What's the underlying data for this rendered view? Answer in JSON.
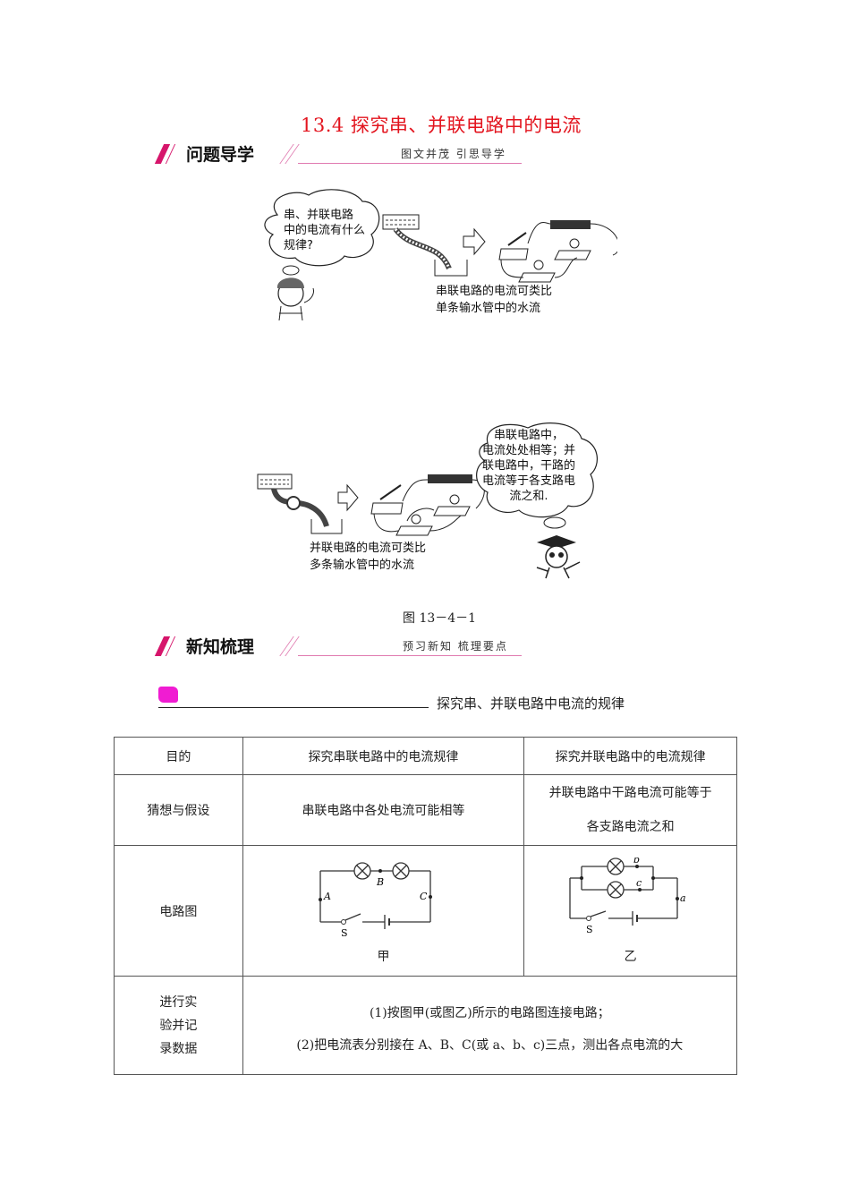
{
  "page_title": "13.4 探究串、并联电路中的电流",
  "sections": {
    "guide": {
      "title": "问题导学",
      "subtitle": "图文并茂  引思导学"
    },
    "knowledge": {
      "title": "新知梳理",
      "subtitle": "预习新知  梳理要点"
    }
  },
  "figure": {
    "top_panel": {
      "girl_bubble": [
        "串、并联电路",
        "中的电流有什么",
        "规律?"
      ],
      "caption": [
        "串联电路的电流可类比",
        "单条输水管中的水流"
      ]
    },
    "bottom_panel": {
      "doctor_bubble": [
        "串联电路中，",
        "电流处处相等；并",
        "联电路中，干路的",
        "电流等于各支路电",
        "流之和."
      ],
      "caption": [
        "并联电路的电流可类比",
        "多条输水管中的水流"
      ]
    },
    "label": "图 13－4－1"
  },
  "knowledge_point": {
    "marker_color": "#f01cd2",
    "text": "探究串、并联电路中电流的规律"
  },
  "table": {
    "rows": [
      {
        "head": "目的",
        "series": "探究串联电路中的电流规律",
        "parallel": "探究并联电路中的电流规律"
      },
      {
        "head": "猜想与假设",
        "series": "串联电路中各处电流可能相等",
        "parallel_lines": [
          "并联电路中干路电流可能等于",
          "各支路电流之和"
        ]
      },
      {
        "head": "电路图",
        "series_caption": "甲",
        "parallel_caption": "乙",
        "series_labels": {
          "A": "A",
          "B": "B",
          "C": "C",
          "S": "S"
        },
        "parallel_labels": {
          "a": "a",
          "b": "b",
          "c": "c",
          "S": "S"
        }
      },
      {
        "head_lines": [
          "进行实",
          "验并记",
          "录数据"
        ],
        "steps": [
          "(1)按图甲(或图乙)所示的电路图连接电路；",
          "(2)把电流表分别接在 A、B、C(或 a、b、c)三点，测出各点电流的大"
        ]
      }
    ]
  },
  "colors": {
    "title_red": "#e3151f",
    "accent_pink": "#d6156b",
    "line_pink": "#e07ab0"
  }
}
